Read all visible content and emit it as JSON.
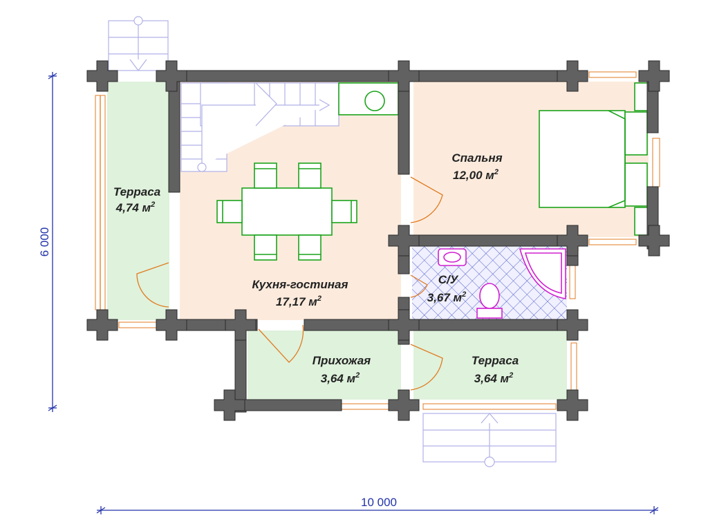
{
  "plan": {
    "dimensions": {
      "width_label": "10 000",
      "height_label": "6 000"
    },
    "rooms": {
      "terrace_left": {
        "name": "Терраса",
        "area": "4,74 м",
        "sup": "2"
      },
      "kitchen": {
        "name": "Кухня-гостиная",
        "area": "17,17 м",
        "sup": "2"
      },
      "bedroom": {
        "name": "Спальня",
        "area": "12,00 м",
        "sup": "2"
      },
      "bathroom": {
        "name": "С/У",
        "area": "3,67 м",
        "sup": "2"
      },
      "hallway": {
        "name": "Прихожая",
        "area": "3,64 м",
        "sup": "2"
      },
      "terrace_bottom": {
        "name": "Терраса",
        "area": "3,64 м",
        "sup": "2"
      }
    },
    "colors": {
      "green_room": "#dff2dc",
      "beige_room": "#fcebdd",
      "wall": "#616161",
      "furniture": "#1aa31a",
      "door": "#e07b20",
      "stairs": "#b0b0e8",
      "sanitary": "#d020d0",
      "dimension": "#2233aa"
    }
  }
}
